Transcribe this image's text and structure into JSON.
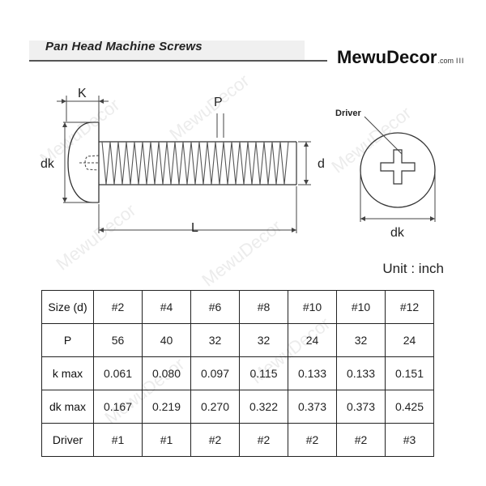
{
  "header": {
    "title": "Pan Head Machine Screws",
    "brand": "MewuDecor",
    "brand_suffix": ".com",
    "brand_marks": "III"
  },
  "diagram": {
    "label_k": "K",
    "label_p": "P",
    "label_dk_side": "dk",
    "label_d": "d",
    "label_l": "L",
    "label_driver": "Driver",
    "label_dk_top": "dk",
    "driver_icon": "phillips-cross"
  },
  "watermark": "MewuDecor",
  "unit": "Unit : inch",
  "table": {
    "rows": [
      {
        "label": "Size (d)",
        "values": [
          "#2",
          "#4",
          "#6",
          "#8",
          "#10",
          "#10",
          "#12"
        ]
      },
      {
        "label": "P",
        "values": [
          "56",
          "40",
          "32",
          "32",
          "24",
          "32",
          "24"
        ]
      },
      {
        "label": "k max",
        "values": [
          "0.061",
          "0.080",
          "0.097",
          "0.115",
          "0.133",
          "0.133",
          "0.151"
        ]
      },
      {
        "label": "dk max",
        "values": [
          "0.167",
          "0.219",
          "0.270",
          "0.322",
          "0.373",
          "0.373",
          "0.425"
        ]
      },
      {
        "label": "Driver",
        "values": [
          "#1",
          "#1",
          "#2",
          "#2",
          "#2",
          "#2",
          "#3"
        ]
      }
    ]
  }
}
